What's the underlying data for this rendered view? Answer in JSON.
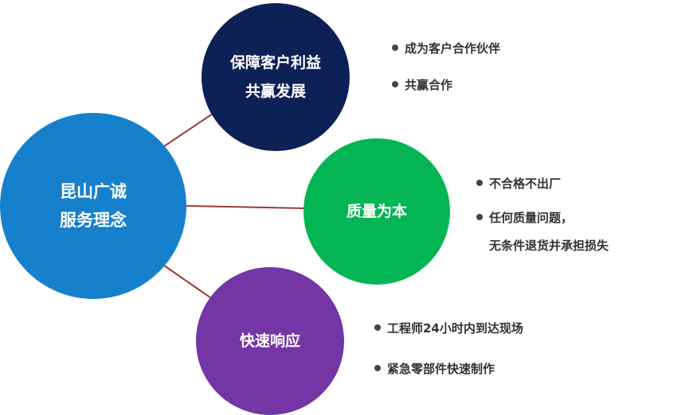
{
  "center": {
    "label": "昆山广诚\n服务理念",
    "color": "#1780cc"
  },
  "nodes": [
    {
      "label": "保障客户利益\n共赢发展",
      "color": "#0e2157",
      "bullets": [
        "成为客户合作伙伴",
        "共赢合作"
      ],
      "continuation": ""
    },
    {
      "label": "质量为本",
      "color": "#04b653",
      "bullets": [
        "不合格不出厂",
        "任何质量问题，"
      ],
      "continuation": "无条件退货并承担损失"
    },
    {
      "label": "快速响应",
      "color": "#7435a5",
      "bullets": [
        "工程师24小时内到达现场",
        "紧急零部件快速制作"
      ],
      "continuation": ""
    }
  ],
  "connector_color": "#9b3a3a"
}
